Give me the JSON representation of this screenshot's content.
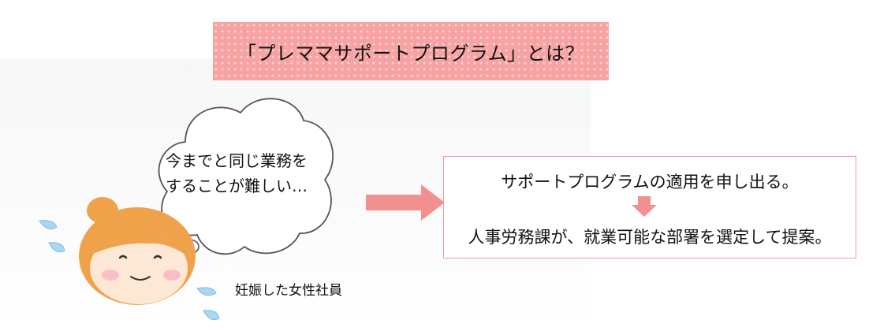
{
  "title": "「プレママサポートプログラム」とは？",
  "bubble": {
    "line1": "今までと同じ業務を",
    "line2": "することが難しい…"
  },
  "caption": "妊娠した女性社員",
  "result": {
    "step1": "サポートプログラムの適用を申し出る。",
    "step2": "人事労務課が、就業可能な部署を選定して提案。"
  },
  "colors": {
    "accent": "#f7a3a3",
    "arrow": "#f29090",
    "hair": "#f0a24a",
    "skin": "#fde8d6",
    "drops": "#a9d7f0"
  },
  "icons": [
    "thought-bubble-icon",
    "worried-woman-icon",
    "sweat-drop-icon",
    "right-arrow-icon",
    "down-arrow-icon"
  ]
}
